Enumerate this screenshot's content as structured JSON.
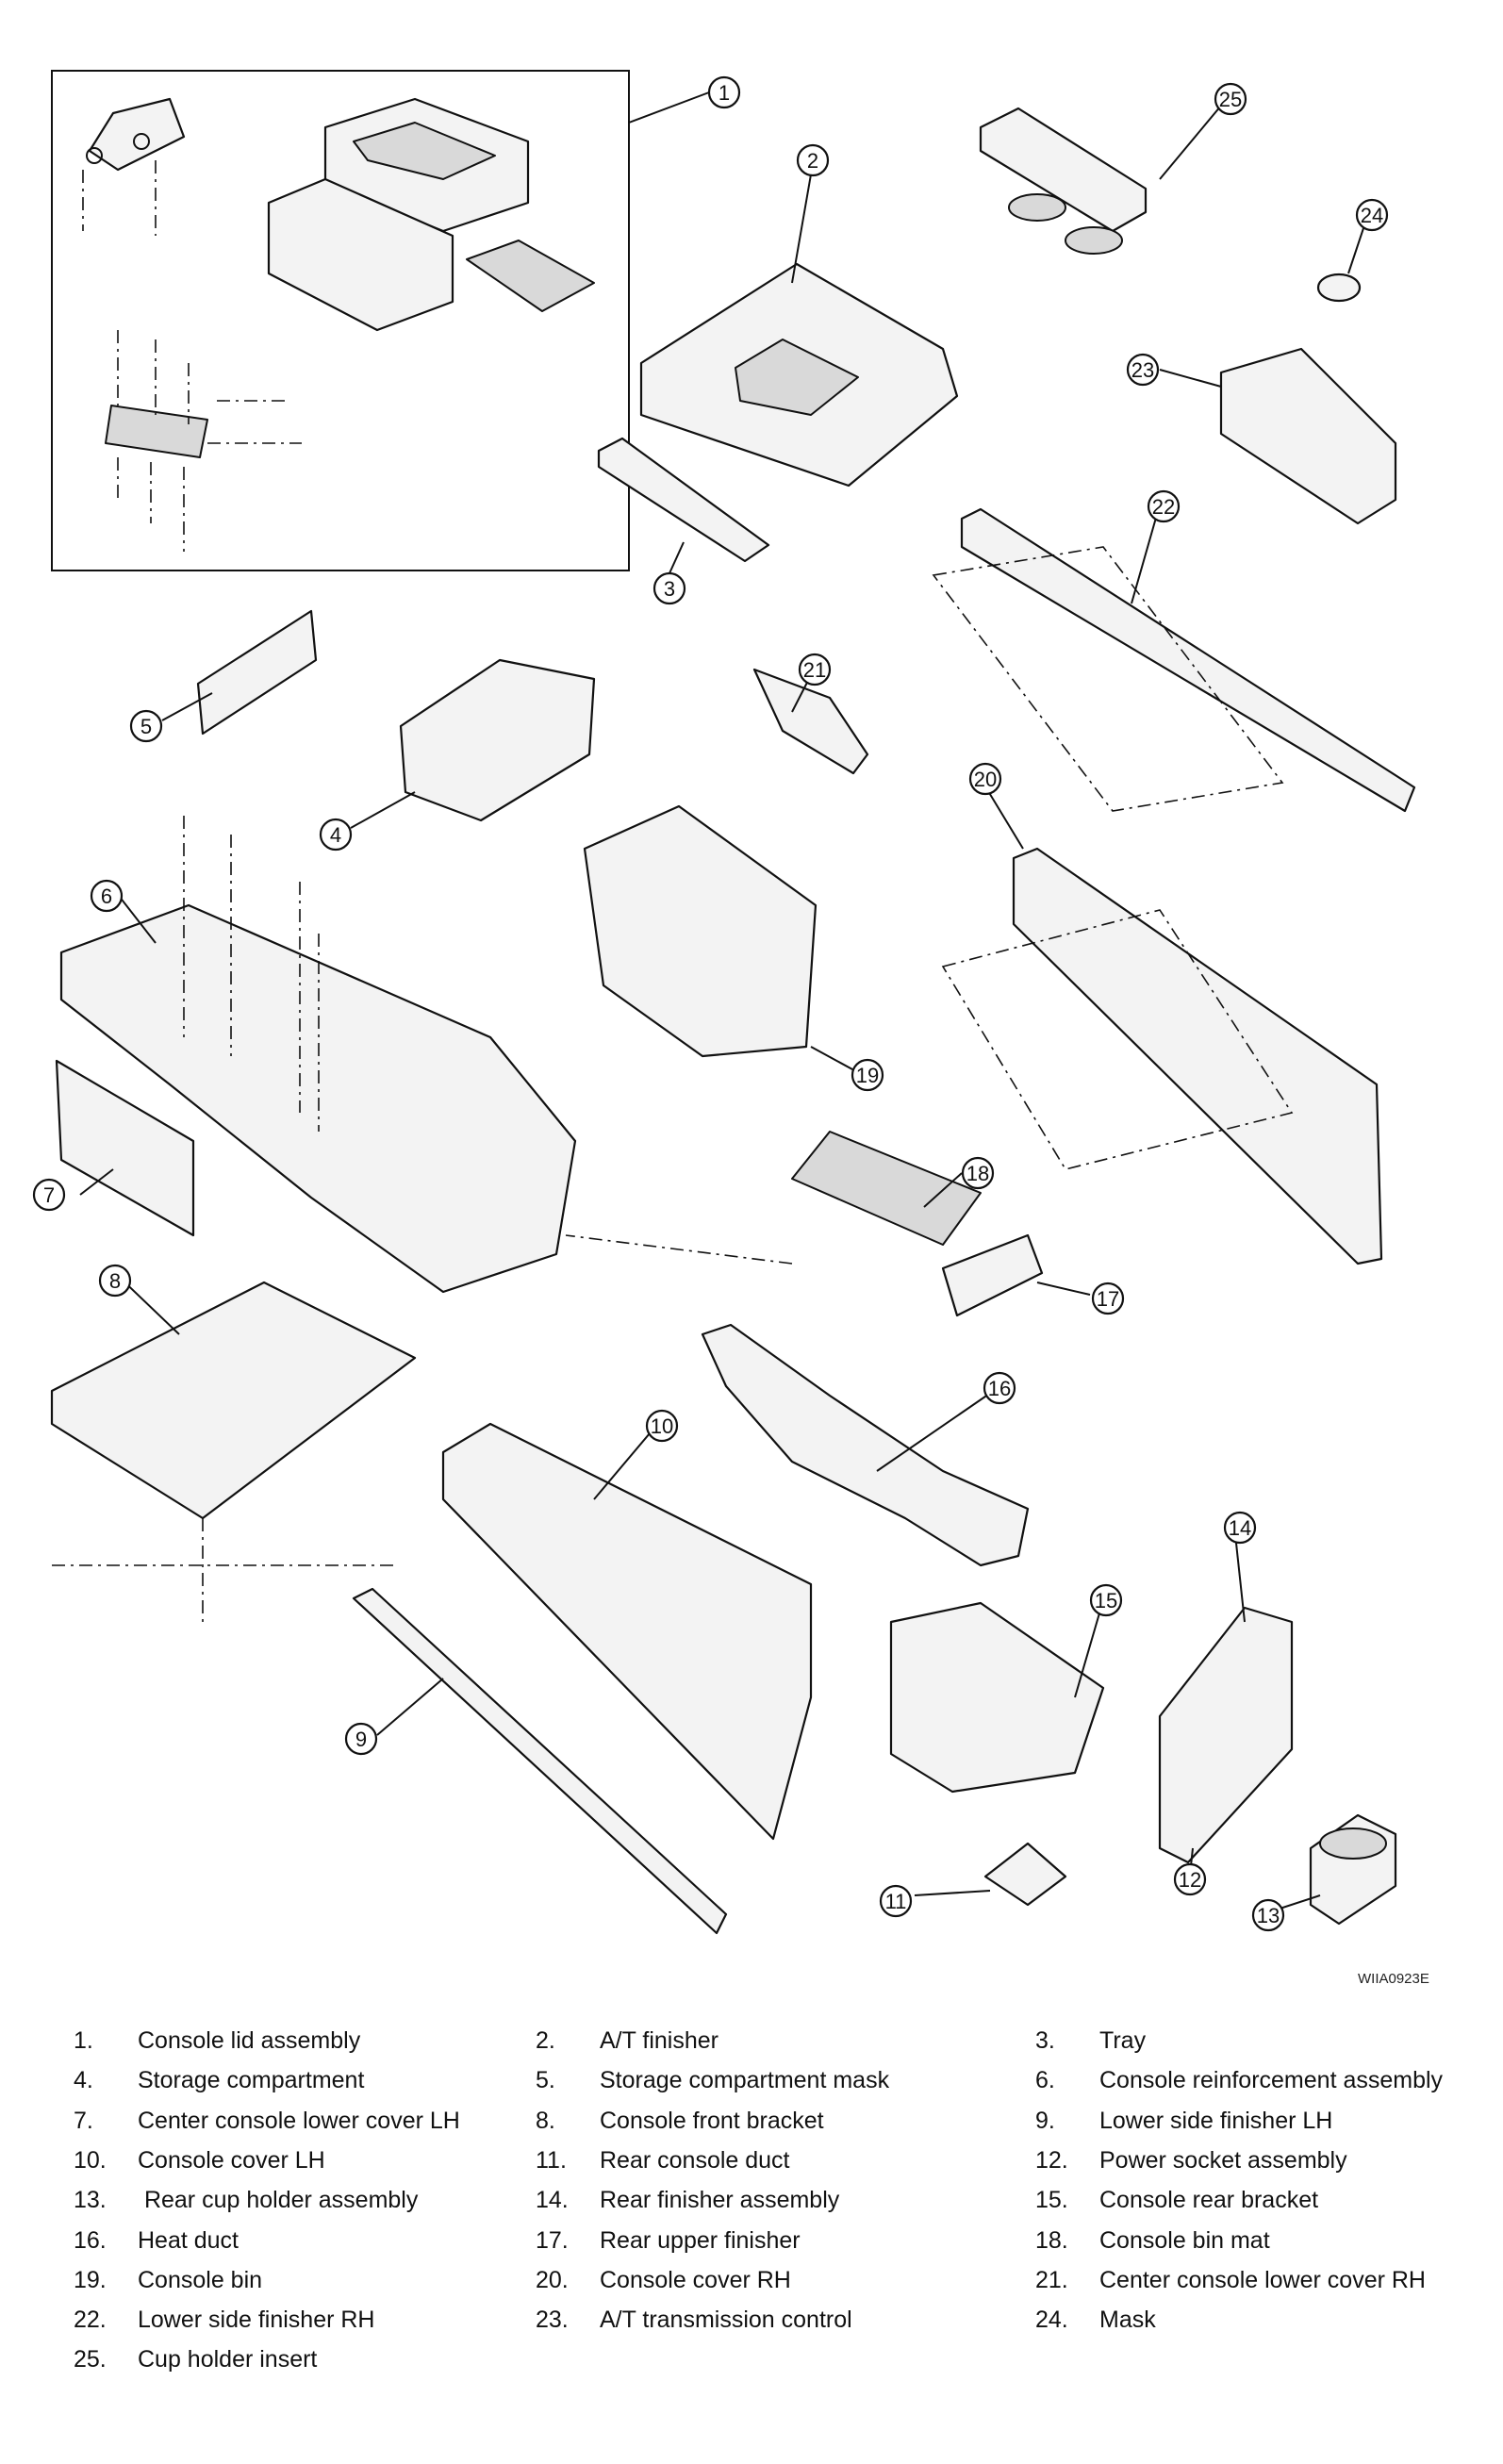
{
  "figure_id": "WIIA0923E",
  "callouts": [
    "1",
    "2",
    "3",
    "4",
    "5",
    "6",
    "7",
    "8",
    "9",
    "10",
    "11",
    "12",
    "13",
    "14",
    "15",
    "16",
    "17",
    "18",
    "19",
    "20",
    "21",
    "22",
    "23",
    "24",
    "25"
  ],
  "legend": [
    {
      "num": "1.",
      "label": "Console lid assembly"
    },
    {
      "num": "2.",
      "label": "A/T finisher"
    },
    {
      "num": "3.",
      "label": "Tray"
    },
    {
      "num": "4.",
      "label": "Storage compartment"
    },
    {
      "num": "5.",
      "label": "Storage compartment mask"
    },
    {
      "num": "6.",
      "label": "Console reinforcement assembly"
    },
    {
      "num": "7.",
      "label": "Center console lower cover LH"
    },
    {
      "num": "8.",
      "label": "Console front bracket"
    },
    {
      "num": "9.",
      "label": "Lower side finisher LH"
    },
    {
      "num": "10.",
      "label": "Console cover LH"
    },
    {
      "num": "11.",
      "label": "Rear console duct"
    },
    {
      "num": "12.",
      "label": "Power socket assembly"
    },
    {
      "num": "13.",
      "label": " Rear cup holder assembly"
    },
    {
      "num": "14.",
      "label": "Rear finisher assembly"
    },
    {
      "num": "15.",
      "label": "Console rear bracket"
    },
    {
      "num": "16.",
      "label": "Heat duct"
    },
    {
      "num": "17.",
      "label": "Rear upper finisher"
    },
    {
      "num": "18.",
      "label": "Console bin mat"
    },
    {
      "num": "19.",
      "label": "Console bin"
    },
    {
      "num": "20.",
      "label": "Console cover RH"
    },
    {
      "num": "21.",
      "label": "Center console lower cover RH"
    },
    {
      "num": "22.",
      "label": "Lower side finisher RH"
    },
    {
      "num": "23.",
      "label": "A/T transmission control"
    },
    {
      "num": "24.",
      "label": "Mask"
    },
    {
      "num": "25.",
      "label": "Cup holder insert"
    }
  ]
}
